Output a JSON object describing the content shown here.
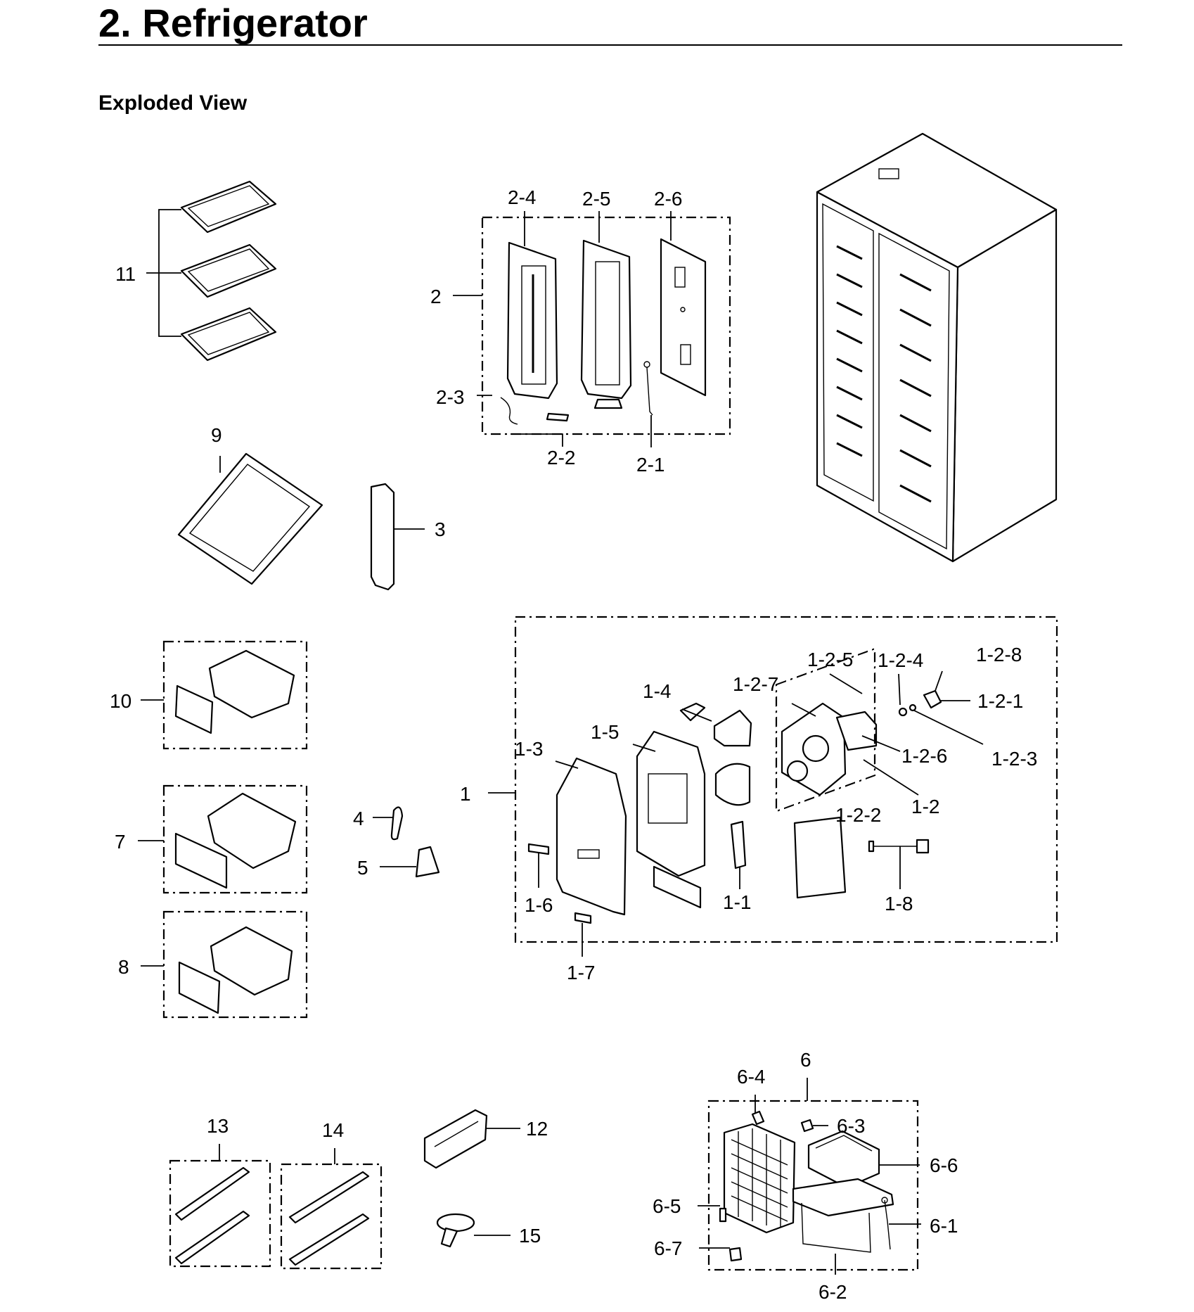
{
  "header": {
    "title": "2.  Refrigerator",
    "subtitle": "Exploded View"
  },
  "callouts": {
    "p11": "11",
    "p2": "2",
    "p2_1": "2-1",
    "p2_2": "2-2",
    "p2_3": "2-3",
    "p2_4": "2-4",
    "p2_5": "2-5",
    "p2_6": "2-6",
    "p9": "9",
    "p3": "3",
    "p10": "10",
    "p7": "7",
    "p8": "8",
    "p4": "4",
    "p5": "5",
    "p1": "1",
    "p1_1": "1-1",
    "p1_2": "1-2",
    "p1_2_1": "1-2-1",
    "p1_2_2": "1-2-2",
    "p1_2_3": "1-2-3",
    "p1_2_4": "1-2-4",
    "p1_2_5": "1-2-5",
    "p1_2_6": "1-2-6",
    "p1_2_7": "1-2-7",
    "p1_2_8": "1-2-8",
    "p1_3": "1-3",
    "p1_4": "1-4",
    "p1_5": "1-5",
    "p1_6": "1-6",
    "p1_7": "1-7",
    "p1_8": "1-8",
    "p6": "6",
    "p6_1": "6-1",
    "p6_2": "6-2",
    "p6_3": "6-3",
    "p6_4": "6-4",
    "p6_5": "6-5",
    "p6_6": "6-6",
    "p6_7": "6-7",
    "p12": "12",
    "p13": "13",
    "p14": "14",
    "p15": "15"
  }
}
